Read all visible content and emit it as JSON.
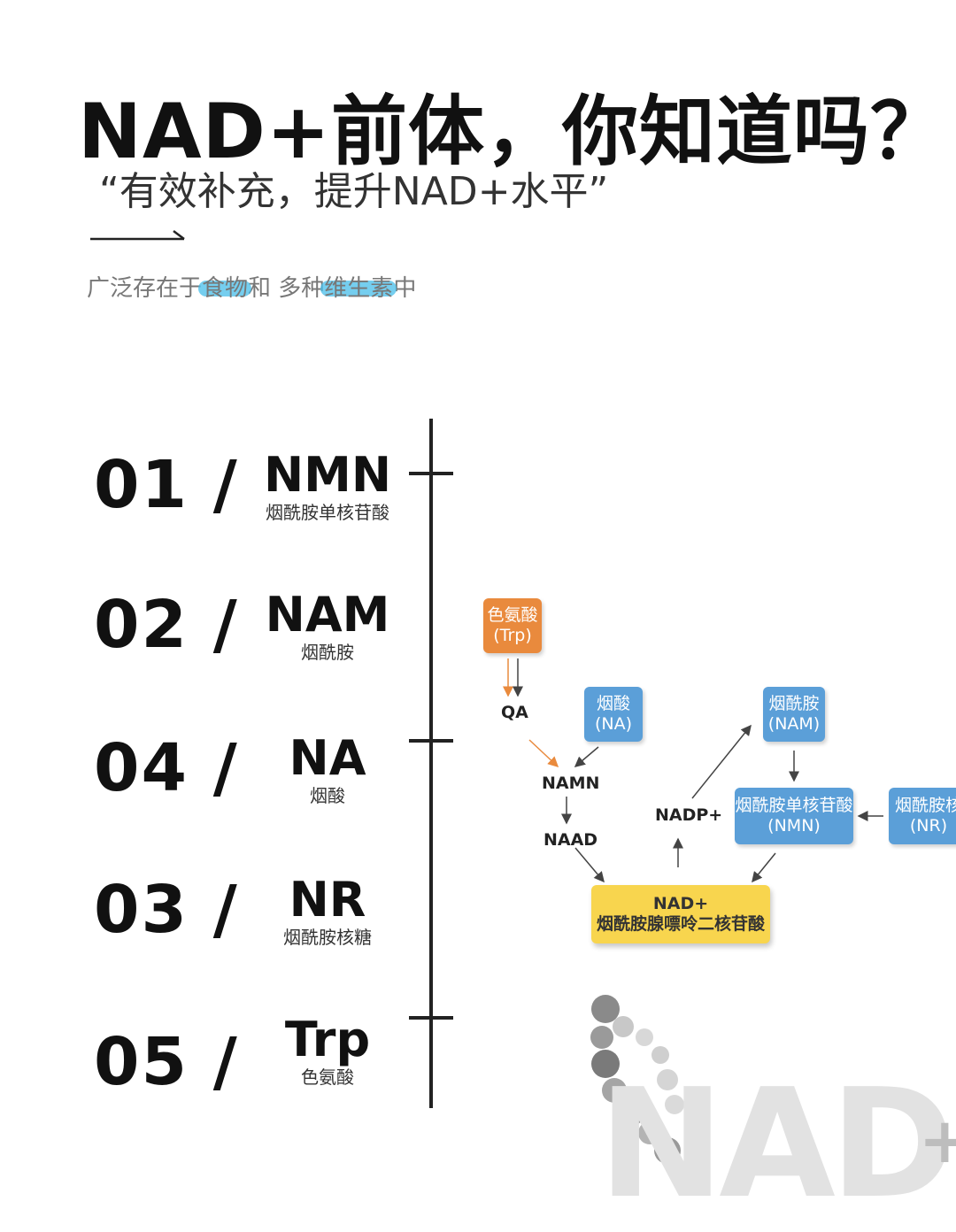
{
  "header": {
    "title": "NAD+前体，你知道吗？",
    "subtitle": "“有效补充，提升NAD+水平”",
    "tagline_parts": [
      "广泛存在于",
      "食物",
      "和 多种",
      "维生素",
      "中"
    ]
  },
  "precursors": [
    {
      "num": "01 /",
      "abbr": "NMN",
      "cn": "烟酰胺单核苷酸"
    },
    {
      "num": "02 /",
      "abbr": "NAM",
      "cn": "烟酰胺"
    },
    {
      "num": "04 /",
      "abbr": "NA",
      "cn": "烟酸"
    },
    {
      "num": "03 /",
      "abbr": "NR",
      "cn": "烟酰胺核糖"
    },
    {
      "num": "05 /",
      "abbr": "Trp",
      "cn": "色氨酸"
    }
  ],
  "pathway": {
    "tryptophan": {
      "cn": "色氨酸",
      "abbr": "(Trp)"
    },
    "qa": "QA",
    "na": {
      "cn": "烟酸",
      "abbr": "(NA)"
    },
    "namn": "NAMN",
    "naad": "NAAD",
    "nadp": "NADP+",
    "nam": {
      "cn": "烟酰胺",
      "abbr": "(NAM)"
    },
    "nmn": {
      "cn": "烟酰胺单核苷酸",
      "abbr": "(NMN)"
    },
    "nr": {
      "cn": "烟酰胺核",
      "abbr": "(NR)"
    },
    "nad": {
      "abbr": "NAD+",
      "cn": "烟酰胺腺嘌呤二核苷酸"
    }
  },
  "watermark": {
    "text": "NAD",
    "plus": "+"
  },
  "colors": {
    "orange": "#e98a3d",
    "blue": "#5b9fd8",
    "yellow": "#f8d54e",
    "highlight": "#47bde9"
  }
}
